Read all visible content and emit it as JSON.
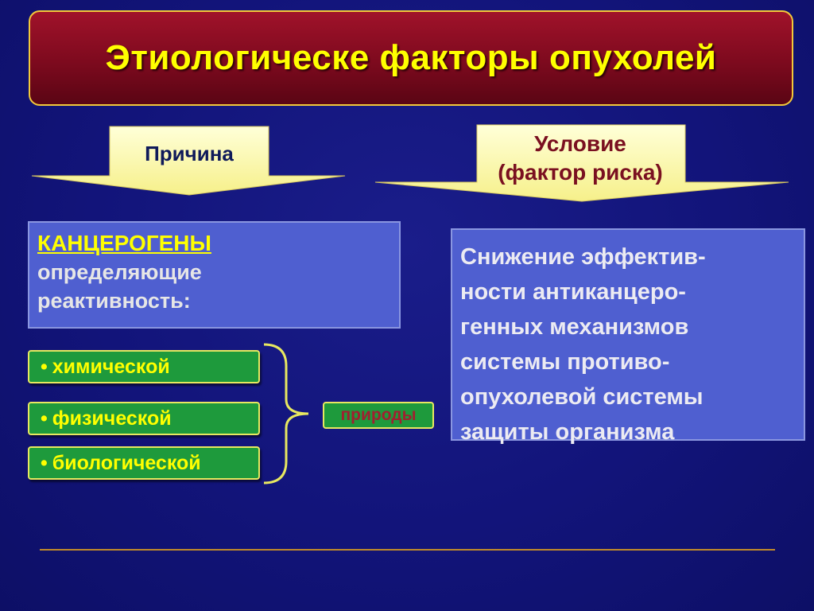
{
  "title": "Этиологическе факторы опухолей",
  "cause": {
    "label": "Причина"
  },
  "condition": {
    "label_line1": "Условие",
    "label_line2": "(фактор риска)"
  },
  "carcinogens": {
    "title": "КАНЦЕРОГЕНЫ",
    "line1": "определяющие",
    "line2": "реактивность:"
  },
  "natures": {
    "items": [
      {
        "label": "химической"
      },
      {
        "label": "физической"
      },
      {
        "label": "биологической"
      }
    ],
    "bullet": "•",
    "group_label": "природы"
  },
  "risk": {
    "lines": [
      "Снижение эффектив-",
      "ности антиканцеро-",
      "генных механизмов",
      "системы противо-",
      "опухолевой системы",
      "защиты организма"
    ]
  },
  "colors": {
    "background": "#12147a",
    "title_bg": "#7d0a1e",
    "title_text": "#ffff00",
    "arrow_fill": "#ffffc0",
    "box_fill": "#4f5fd0",
    "pill_fill": "#1e9a3c",
    "accent_line": "#c08a2a"
  }
}
